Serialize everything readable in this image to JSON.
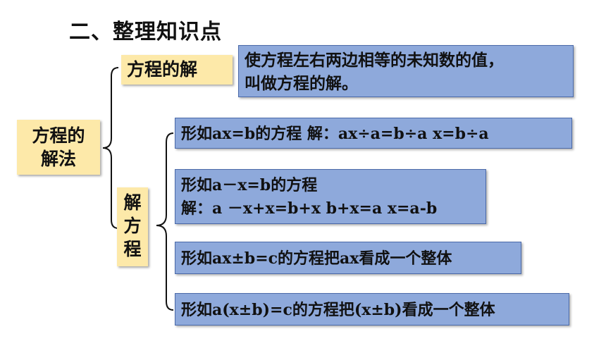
{
  "title": "二、整理知识点",
  "left_label": {
    "line1": "方程的",
    "line2": "解法"
  },
  "solution_label": "方程的解",
  "solution_definition": {
    "line1": "使方程左右两边相等的未知数的值，",
    "line2": "叫做方程的解。"
  },
  "solving_label": {
    "c1": "解",
    "c2": "方",
    "c3": "程"
  },
  "rules": [
    {
      "text": "形如ax=b的方程  解：ax÷a=b÷a   x=b÷a"
    },
    {
      "line1": "形如a－x=b的方程",
      "line2": "解：a －x+x=b+x    b+x=a    x=a-b"
    },
    {
      "text": "形如ax±b=c的方程把ax看成一个整体"
    },
    {
      "text": "形如a(x±b)=c的方程把(x±b)看成一个整体"
    }
  ]
}
